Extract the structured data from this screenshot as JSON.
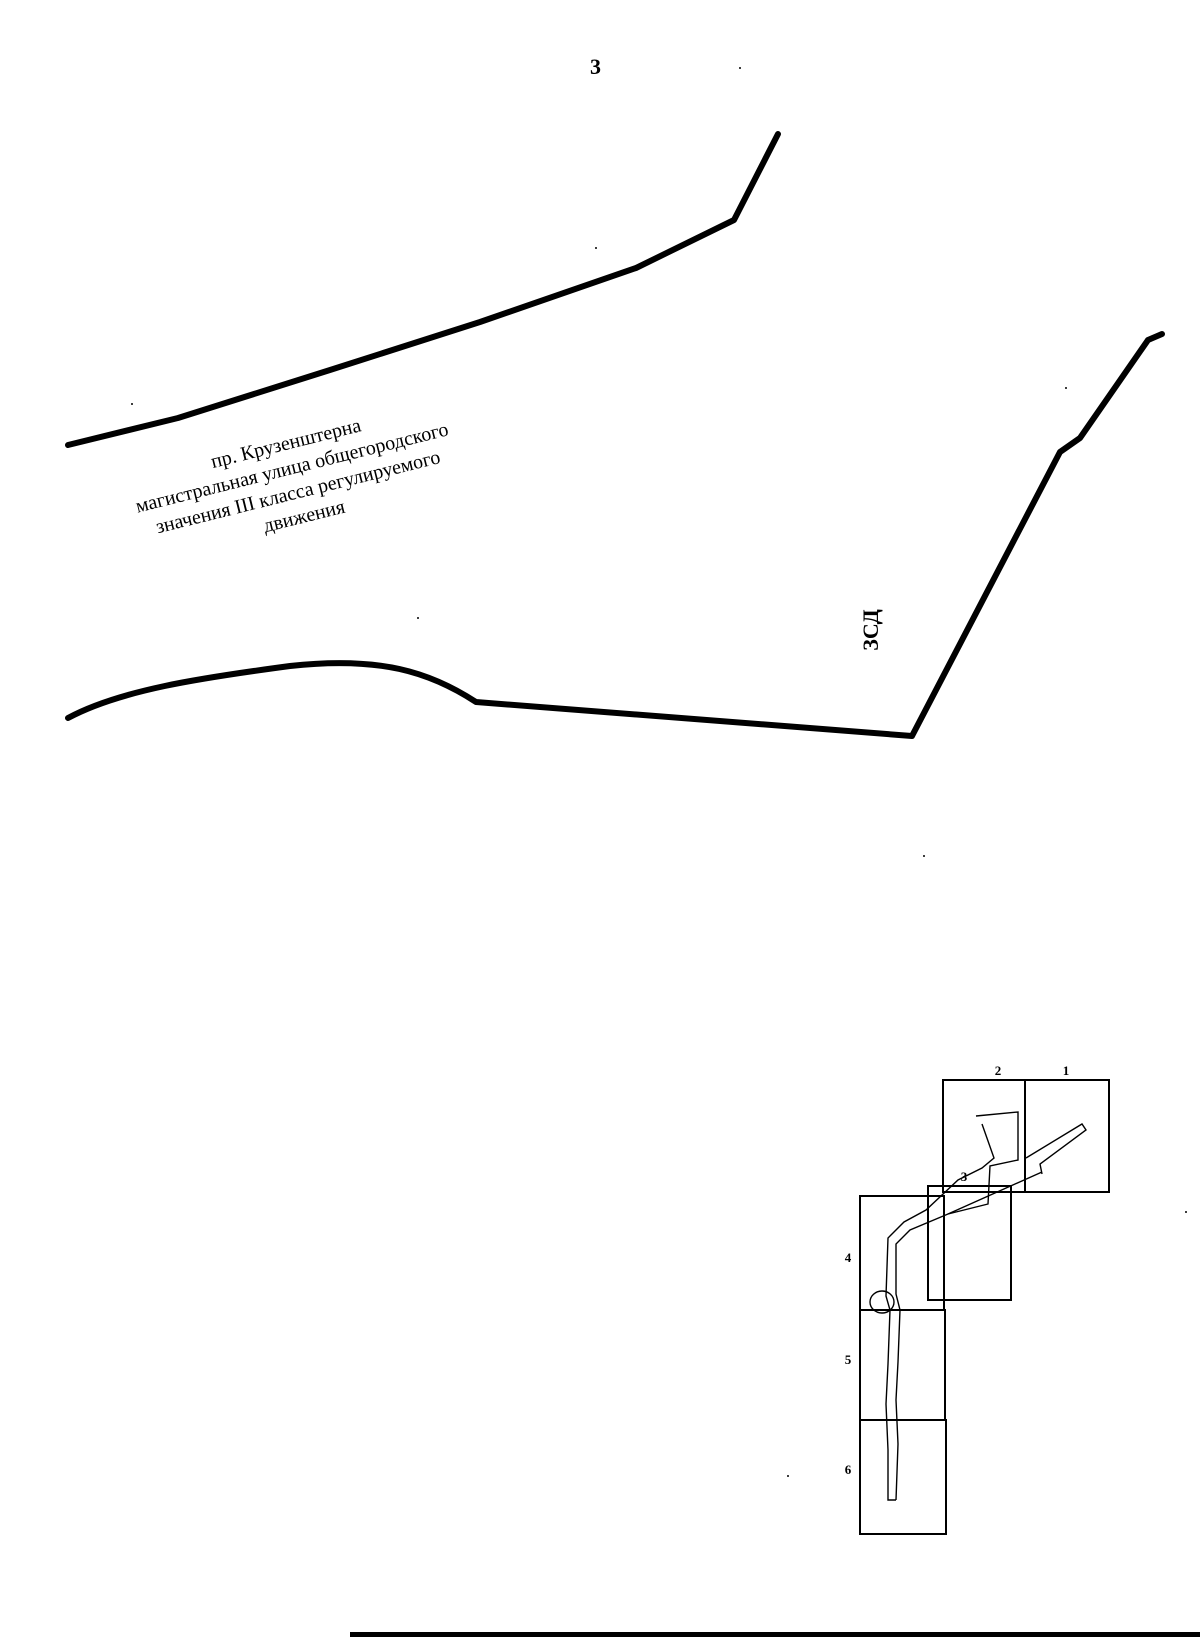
{
  "page": {
    "number": "3"
  },
  "map": {
    "road_label": {
      "line1": "пр. Крузенштерна",
      "line2": "магистральная улица общегородского",
      "line3": "значения III класса регулируемого",
      "line4": "движения"
    },
    "zsd_label": "ЗСД"
  },
  "index_map": {
    "sheets": [
      {
        "id": "1",
        "label": "1"
      },
      {
        "id": "2",
        "label": "2"
      },
      {
        "id": "3",
        "label": "3"
      },
      {
        "id": "4",
        "label": "4"
      },
      {
        "id": "5",
        "label": "5"
      },
      {
        "id": "6",
        "label": "6"
      }
    ],
    "highlighted_sheet": "3"
  }
}
